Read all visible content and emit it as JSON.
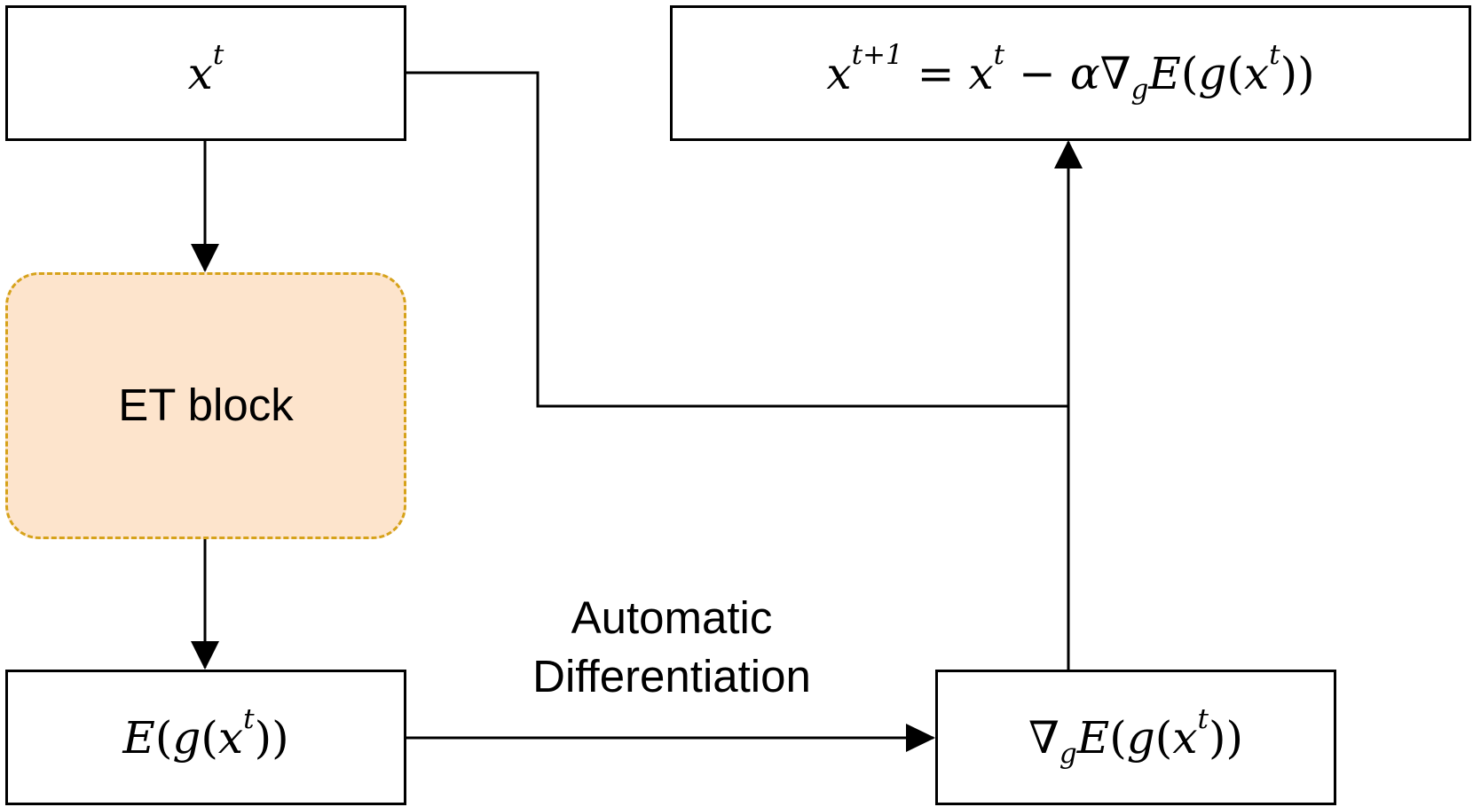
{
  "nodes": {
    "xt": {
      "base": "x",
      "sup": "t"
    },
    "update": {
      "lhs_base": "x",
      "lhs_sup": "t+1",
      "eq": "=",
      "x": "x",
      "x_sup": "t",
      "minus": "−",
      "alpha": "α",
      "nabla": "∇",
      "nabla_sub": "g",
      "E": "E",
      "open1": "(",
      "g": "g",
      "open2": "(",
      "inner_x": "x",
      "inner_sup": "t",
      "close": "))"
    },
    "et_block": {
      "label": "ET block",
      "fill": "#fde4cc",
      "border": "#d6a21a"
    },
    "energy": {
      "E": "E",
      "open1": "(",
      "g": "g",
      "open2": "(",
      "x": "x",
      "sup": "t",
      "close": "))"
    },
    "grad": {
      "nabla": "∇",
      "sub": "g",
      "E": "E",
      "open1": "(",
      "g": "g",
      "open2": "(",
      "x": "x",
      "sup": "t",
      "close": "))"
    }
  },
  "edges": {
    "autodiff_label_line1": "Automatic",
    "autodiff_label_line2": "Differentiation"
  }
}
